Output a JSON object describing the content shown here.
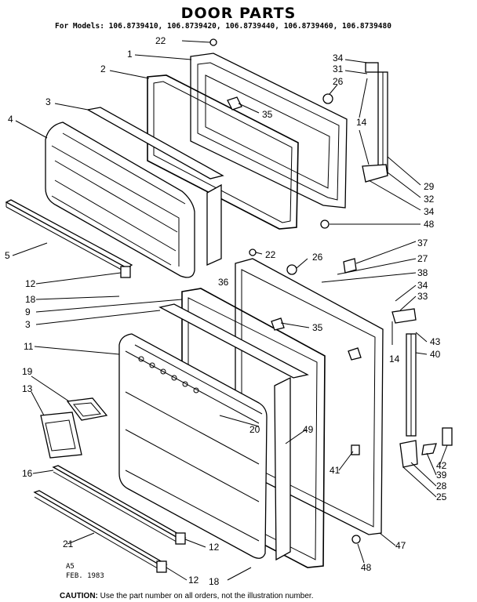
{
  "title": "DOOR PARTS",
  "models_line": "For Models: 106.8739410, 106.8739420, 106.8739440, 106.8739460, 106.8739480",
  "date_lines": [
    "A5",
    "FEB. 1983"
  ],
  "caution": {
    "label": "CAUTION:",
    "text": "Use the part number on all orders, not the illustration number."
  },
  "callouts": [
    "22",
    "1",
    "2",
    "34",
    "31",
    "26",
    "3",
    "35",
    "4",
    "14",
    "29",
    "32",
    "34",
    "48",
    "5",
    "37",
    "22",
    "26",
    "27",
    "12",
    "36",
    "38",
    "18",
    "34",
    "9",
    "33",
    "3",
    "35",
    "43",
    "11",
    "14",
    "40",
    "19",
    "13",
    "20",
    "49",
    "42",
    "41",
    "16",
    "39",
    "28",
    "25",
    "21",
    "12",
    "47",
    "12",
    "18",
    "48"
  ],
  "colors": {
    "ink": "#000000",
    "paper": "#ffffff"
  }
}
